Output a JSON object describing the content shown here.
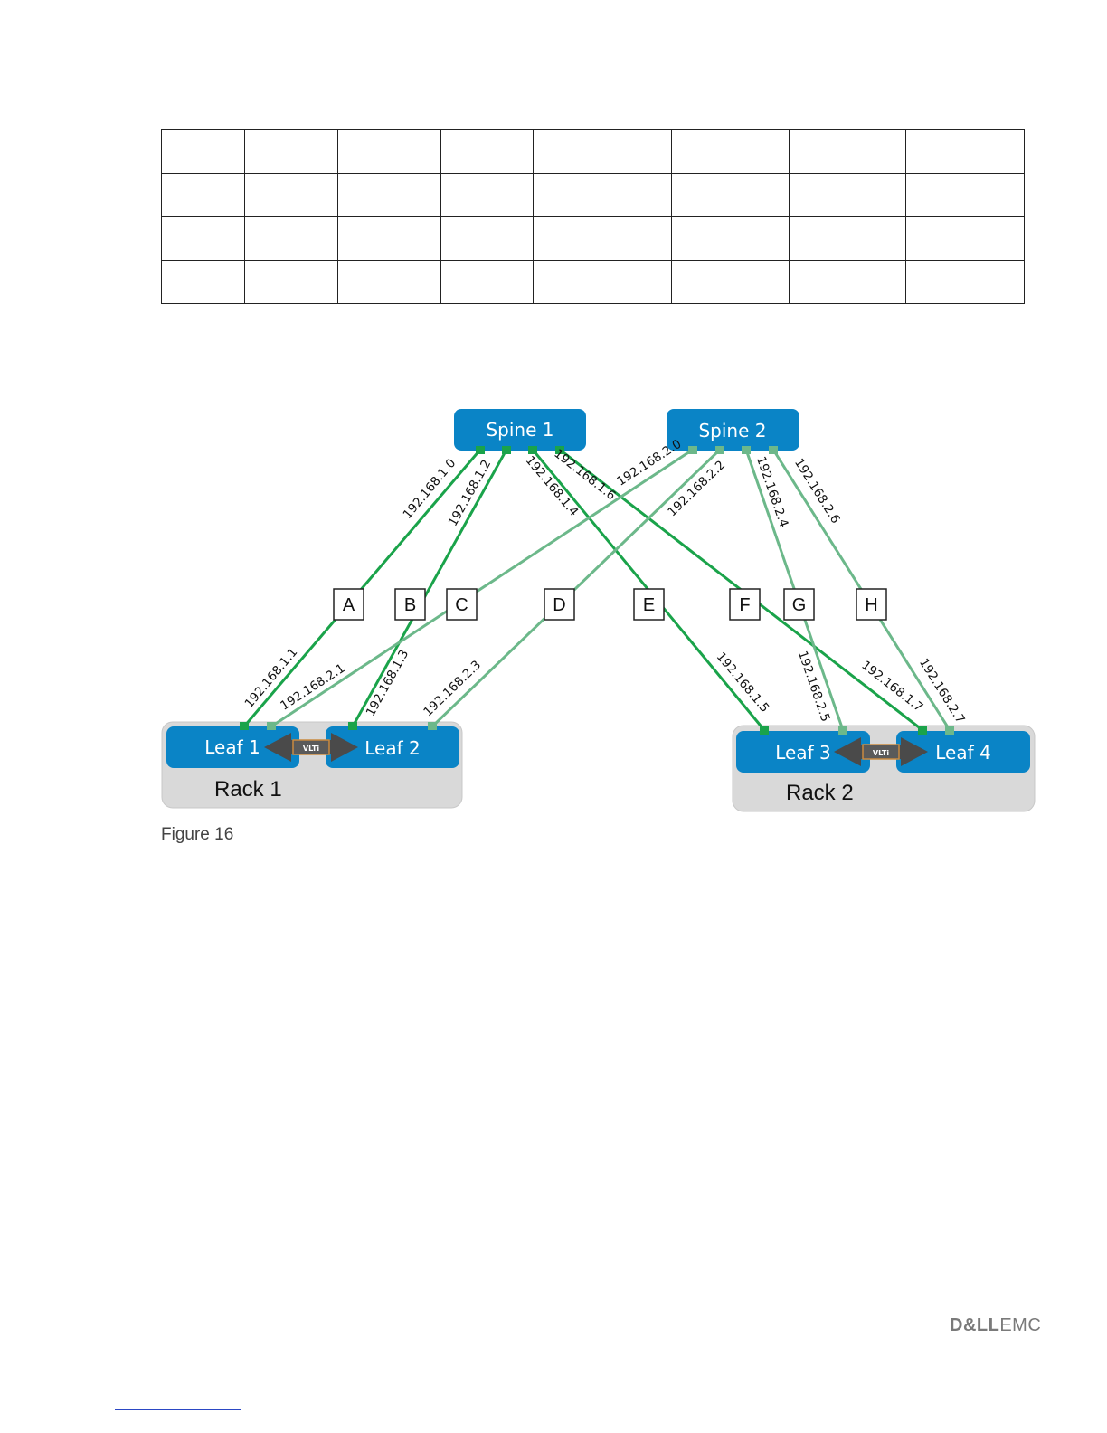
{
  "table": {
    "rows": 4,
    "cols": 8
  },
  "devices": {
    "spine1": "Spine 1",
    "spine2": "Spine 2",
    "leaf1": "Leaf 1",
    "leaf2": "Leaf 2",
    "leaf3": "Leaf 3",
    "leaf4": "Leaf 4"
  },
  "racks": {
    "rack1": "Rack 1",
    "rack2": "Rack 2"
  },
  "vlti": "VLTi",
  "link_letters": [
    "A",
    "B",
    "C",
    "D",
    "E",
    "F",
    "G",
    "H"
  ],
  "ips": {
    "l_1_0": "192.168.1.0",
    "l_1_1": "192.168.1.1",
    "l_1_2": "192.168.1.2",
    "l_1_3": "192.168.1.3",
    "l_1_4": "192.168.1.4",
    "l_1_5": "192.168.1.5",
    "l_1_6": "192.168.1.6",
    "l_1_7": "192.168.1.7",
    "l_2_0": "192.168.2.0",
    "l_2_1": "192.168.2.1",
    "l_2_2": "192.168.2.2",
    "l_2_3": "192.168.2.3",
    "l_2_4": "192.168.2.4",
    "l_2_5": "192.168.2.5",
    "l_2_6": "192.168.2.6",
    "l_2_7": "192.168.2.7"
  },
  "colors": {
    "device_blue": "#0a84c6",
    "spine1_link": "#1aa34a",
    "spine2_link": "#6cb88a",
    "rack_gray": "#d9d9d9"
  },
  "caption": "Figure 16",
  "brand": {
    "dell": "D&LL",
    "emc": "EMC"
  }
}
